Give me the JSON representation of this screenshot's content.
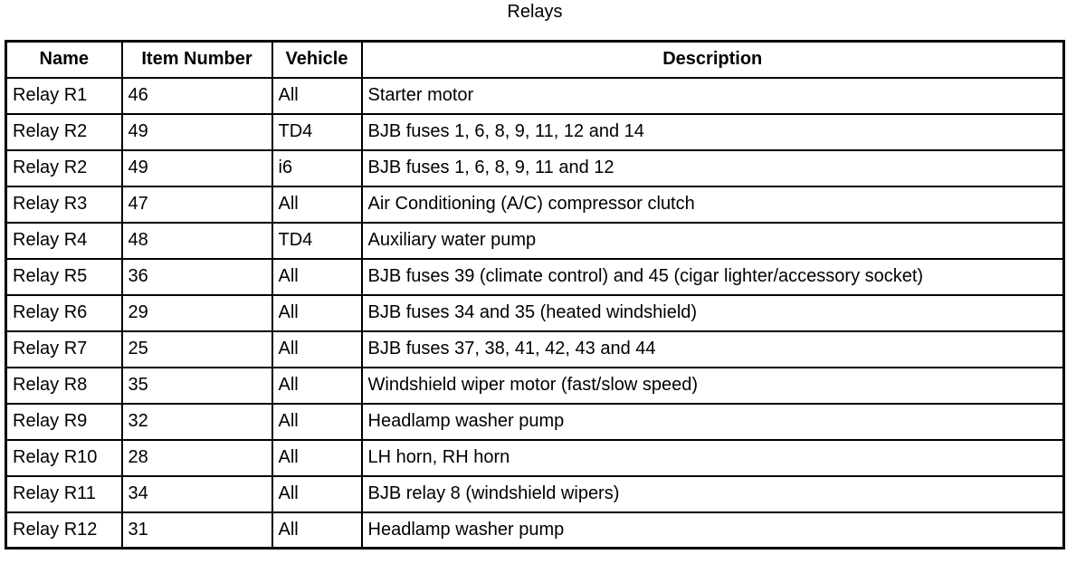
{
  "title": "Relays",
  "table": {
    "headers": [
      "Name",
      "Item Number",
      "Vehicle",
      "Description"
    ],
    "rows": [
      [
        "Relay R1",
        "46",
        "All",
        "Starter motor"
      ],
      [
        "Relay R2",
        "49",
        "TD4",
        "BJB fuses 1, 6, 8, 9, 11, 12 and 14"
      ],
      [
        "Relay R2",
        "49",
        "i6",
        "BJB fuses 1, 6, 8, 9, 11 and 12"
      ],
      [
        "Relay R3",
        "47",
        "All",
        "Air Conditioning (A/C) compressor clutch"
      ],
      [
        "Relay R4",
        "48",
        "TD4",
        "Auxiliary water pump"
      ],
      [
        "Relay R5",
        "36",
        "All",
        "BJB fuses 39 (climate control) and 45 (cigar lighter/accessory socket)"
      ],
      [
        "Relay R6",
        "29",
        "All",
        "BJB fuses 34 and 35 (heated windshield)"
      ],
      [
        "Relay R7",
        "25",
        "All",
        "BJB fuses 37, 38, 41, 42, 43 and 44"
      ],
      [
        "Relay R8",
        "35",
        "All",
        "Windshield wiper motor (fast/slow speed)"
      ],
      [
        "Relay R9",
        "32",
        "All",
        "Headlamp washer pump"
      ],
      [
        "Relay R10",
        "28",
        "All",
        "LH horn, RH horn"
      ],
      [
        "Relay R11",
        "34",
        "All",
        "BJB relay 8 (windshield wipers)"
      ],
      [
        "Relay R12",
        "31",
        "All",
        "Headlamp washer pump"
      ]
    ]
  }
}
